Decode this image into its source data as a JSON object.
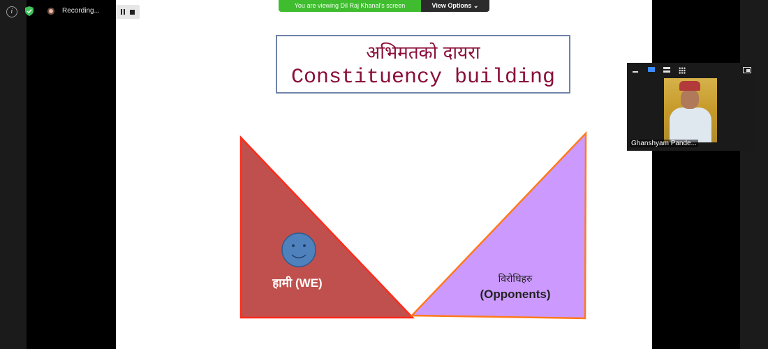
{
  "recording": {
    "label": "Recording...",
    "info_icon_glyph": "i",
    "icons": [
      "info-icon",
      "shield-icon",
      "recording-dot-icon",
      "pause-icon",
      "stop-icon"
    ]
  },
  "banner": {
    "text": "You are viewing Dil Raj Khanal's screen",
    "view_options_label": "View Options",
    "chevron_glyph": "⌄",
    "color_banner": "#3fbd2f"
  },
  "slide": {
    "title_np": "अभिमतको दायरा",
    "title_en": "Constituency building",
    "we_label": "हामी (WE)",
    "opponents_np": "विरोधिहरु",
    "opponents_en": "(Opponents)",
    "colors": {
      "title": "#8a0f3a",
      "we_triangle": "#c0504d",
      "opponents_triangle": "#cc99ff",
      "smiley": "#4f81bd"
    }
  },
  "video": {
    "participant_name": "Ghanshyam Pande...",
    "icons": [
      "minimize-icon",
      "single-view-icon",
      "strip-view-icon",
      "grid-view-icon",
      "pip-icon"
    ]
  }
}
